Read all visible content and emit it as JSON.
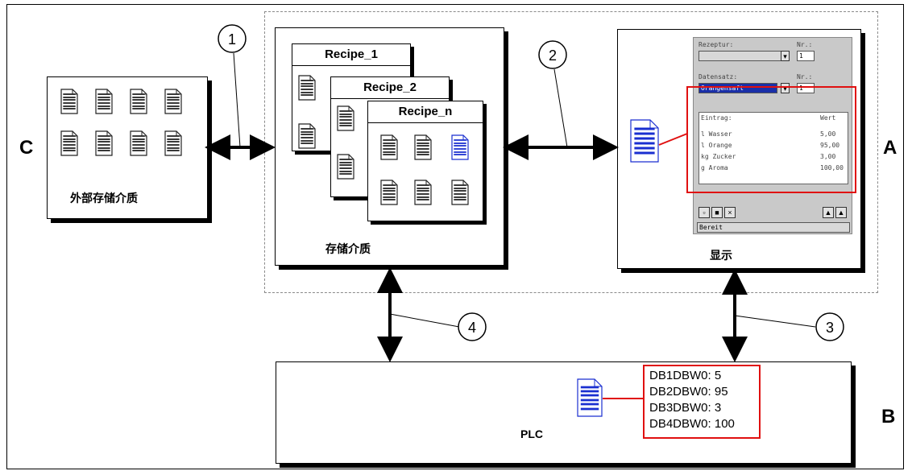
{
  "labels": {
    "region_a": "A",
    "region_b": "B",
    "region_c": "C"
  },
  "nodes": {
    "external_storage": {
      "label": "外部存储介质"
    },
    "storage_medium": {
      "label": "存储介质"
    },
    "display": {
      "label": "显示"
    },
    "plc": {
      "label": "PLC"
    }
  },
  "recipes": [
    {
      "title": "Recipe_1"
    },
    {
      "title": "Recipe_2"
    },
    {
      "title": "Recipe_n"
    }
  ],
  "connections": [
    {
      "number": "1",
      "from": "外部存储介质",
      "to": "存储介质"
    },
    {
      "number": "2",
      "from": "存储介质",
      "to": "显示"
    },
    {
      "number": "3",
      "from": "显示",
      "to": "PLC"
    },
    {
      "number": "4",
      "from": "存储介质",
      "to": "PLC"
    }
  ],
  "plc_values": [
    "DB1DBW0: 5",
    "DB2DBW0: 95",
    "DB3DBW0: 3",
    "DB4DBW0: 100"
  ],
  "hmi_screen": {
    "header1": "Rezeptur:",
    "header1_no_label": "Nr.:",
    "header1_no_value": "1",
    "header2": "Datensatz:",
    "header2_no_label": "Nr.:",
    "header2_value": "Orangensaft",
    "header2_no_value": "1",
    "col_name": "Eintrag:",
    "col_value": "Wert",
    "rows": [
      {
        "name": "l Wasser",
        "value": "5,00"
      },
      {
        "name": "l Orange",
        "value": "95,00"
      },
      {
        "name": "kg Zucker",
        "value": "3,00"
      },
      {
        "name": "g Aroma",
        "value": "100,00"
      }
    ],
    "status": "Bereit"
  },
  "colors": {
    "highlight": "#e01010",
    "document_blue": "#1a2fd0",
    "outline": "#000000",
    "dashed": "#8a8a8a"
  }
}
